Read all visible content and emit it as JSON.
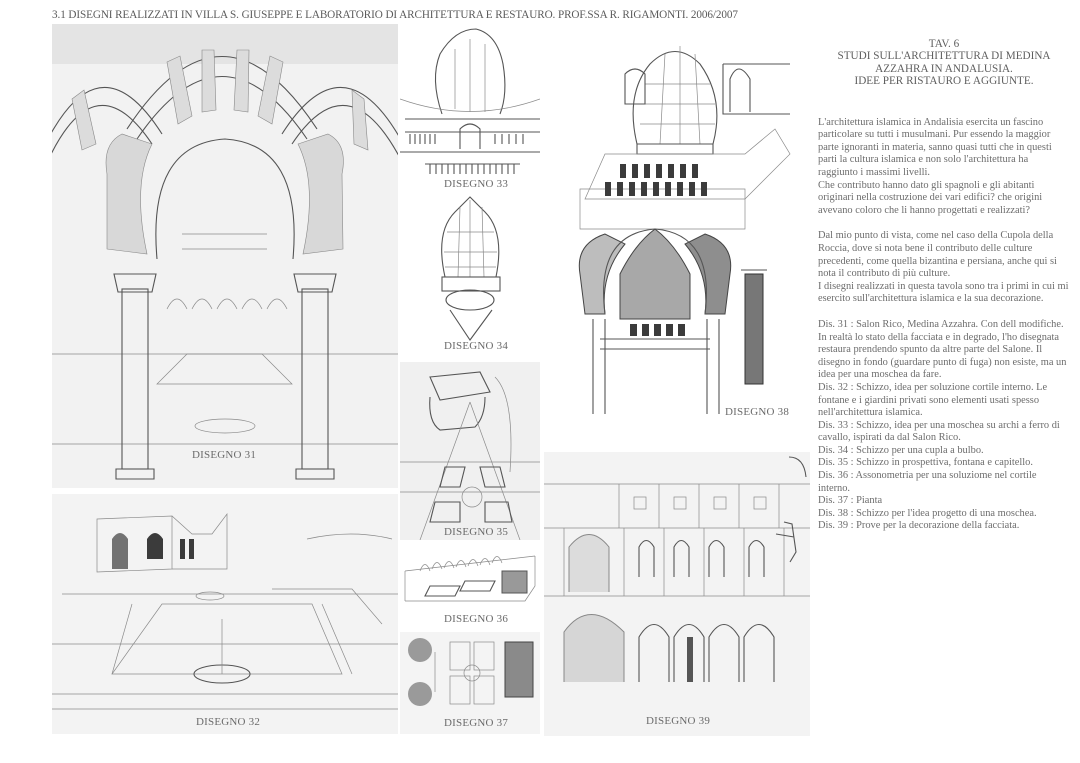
{
  "header": {
    "text": "3.1  DISEGNI REALIZZATI IN VILLA S. GIUSEPPE E LABORATORIO DI ARCHITETTURA E RESTAURO. PROF.SSA R. RIGAMONTI. 2006/2007"
  },
  "drawings": [
    {
      "id": "31",
      "label": "DISEGNO 31",
      "subject": "Salon Rico arches perspective"
    },
    {
      "id": "32",
      "label": "DISEGNO 32",
      "subject": "Courtyard with fountain"
    },
    {
      "id": "33",
      "label": "DISEGNO 33",
      "subject": "Mosque with horseshoe arches"
    },
    {
      "id": "34",
      "label": "DISEGNO 34",
      "subject": "Bulb cupola"
    },
    {
      "id": "35",
      "label": "DISEGNO 35",
      "subject": "Perspective with fountain and capital"
    },
    {
      "id": "36",
      "label": "DISEGNO 36",
      "subject": "Axonometric courtyard"
    },
    {
      "id": "37",
      "label": "DISEGNO 37",
      "subject": "Plan"
    },
    {
      "id": "38",
      "label": "DISEGNO 38",
      "subject": "Mosque project sketch"
    },
    {
      "id": "39",
      "label": "DISEGNO 39",
      "subject": "Facade decoration studies"
    }
  ],
  "sidebar": {
    "title_lines": [
      "TAV. 6",
      "STUDI SULL'ARCHITETTURA DI MEDINA",
      "AZZAHRA IN ANDALUSIA.",
      "IDEE PER RISTAURO E AGGIUNTE."
    ],
    "intro_paragraphs": [
      "L'architettura islamica in Andalisia esercita un fascino particolare su tutti i musulmani. Pur essendo la maggior parte ignoranti in materia, sanno quasi tutti che in questi parti la cultura islamica e non solo l'architettura ha raggiunto i massimi livelli.",
      "Che contributo hanno dato gli spagnoli e gli abitanti originari nella costruzione dei vari edifici? che origini avevano coloro che li hanno progettati e realizzati?"
    ],
    "view_paragraphs": [
      "Dal mio punto di vista, come nel caso della Cupola della Roccia, dove si nota bene il contributo delle culture precedenti, come quella bizantina e persiana, anche qui si nota il contributo di più culture.",
      "I disegni realizzati in questa tavola sono tra i primi in cui mi esercito sull'architettura islamica e la sua decorazione."
    ],
    "descriptions": [
      "Dis. 31 :  Salon Rico, Medina Azzahra. Con dell modifiche. In realtà lo stato della facciata e in degrado, l'ho disegnata restaura prendendo spunto da altre parte del Salone. Il disegno in fondo (guardare punto di fuga) non esiste, ma un idea per una moschea da fare.",
      "Dis. 32 : Schizzo, idea per soluzione cortile interno. Le fontane e i giardini privati sono elementi usati spesso nell'architettura islamica.",
      "Dis. 33 : Schizzo, idea per una moschea su archi a ferro di cavallo,  ispirati da dal Salon Rico.",
      "Dis. 34 : Schizzo per una cupla a bulbo.",
      "Dis. 35 : Schizzo in prospettiva, fontana e capitello.",
      "Dis. 36 : Assonometria  per una soluziome nel cortile interno.",
      "Dis. 37 : Pianta",
      "Dis. 38 : Schizzo per l'idea progetto di una moschea.",
      "Dis. 39 : Prove per la decorazione della facciata."
    ]
  },
  "colors": {
    "paper": "#ffffff",
    "sheet": "#f4f4f4",
    "text": "#6d6d6d",
    "pencil": "#555555"
  }
}
